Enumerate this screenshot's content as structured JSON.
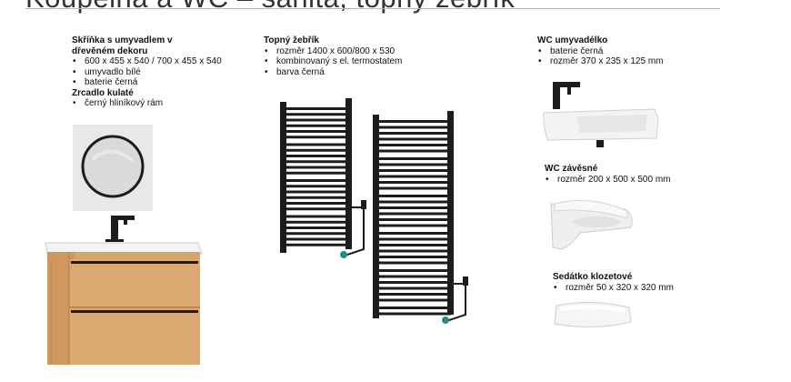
{
  "title": "Koupelna a WC – sanita, topný žebřík",
  "sections": {
    "skrinka": {
      "heading": "Skříňka s umyvadlem v dřevěném dekoru",
      "items": [
        "600 x 455 x 540 / 700 x 455 x 540",
        "umyvadlo bílé",
        "baterie černá"
      ]
    },
    "zrcadlo": {
      "heading": "Zrcadlo kulaté",
      "items": [
        "černý hliníkový rám"
      ]
    },
    "zebrik": {
      "heading": "Topný žebřík",
      "items": [
        "rozměr 1400 x 600/800 x 530",
        "kombinovaný s el. termostatem",
        "barva černá"
      ]
    },
    "wc_umyvadlo": {
      "heading": "WC umyvadélko",
      "items": [
        "baterie černá",
        "rozměr 370 x 235 x 125 mm"
      ]
    },
    "wc_zavesne": {
      "heading": "WC závěsné",
      "items": [
        "rozměr 200 x 500 x 500 mm"
      ]
    },
    "sedatko": {
      "heading": "Sedátko klozetové",
      "items": [
        "rozměr 50 x 320 x 320 mm"
      ]
    }
  },
  "colors": {
    "wood": "#d9a46c",
    "black": "#1c1c1c",
    "porcelain": "#f4f4f4"
  },
  "icons": [
    "round-mirror-icon",
    "vanity-cabinet-icon",
    "towel-radiator-icon",
    "basin-icon",
    "wall-toilet-icon",
    "toilet-seat-icon"
  ]
}
